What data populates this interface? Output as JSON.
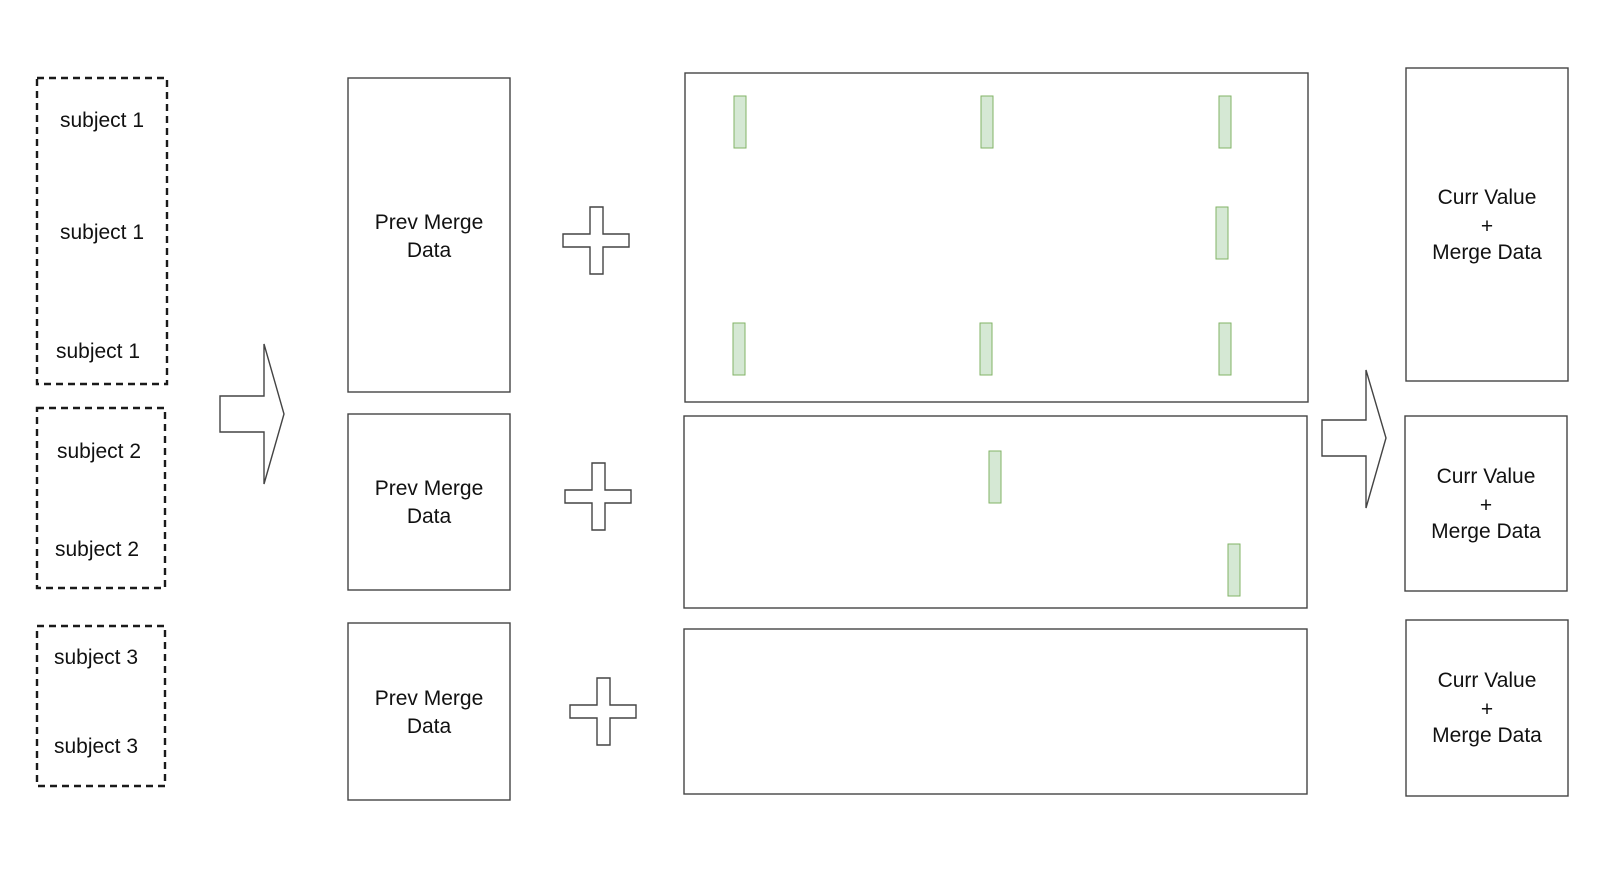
{
  "subject_groups": [
    {
      "id": "group-1",
      "labels": [
        "subject 1",
        "subject 1",
        "subject 1"
      ]
    },
    {
      "id": "group-2",
      "labels": [
        "subject 2",
        "subject 2"
      ]
    },
    {
      "id": "group-3",
      "labels": [
        "subject 3",
        "subject 3"
      ]
    }
  ],
  "prev_merge_boxes": [
    {
      "lines": [
        "Prev Merge",
        "Data"
      ]
    },
    {
      "lines": [
        "Prev Merge",
        "Data"
      ]
    },
    {
      "lines": [
        "Prev Merge",
        "Data"
      ]
    }
  ],
  "result_boxes": [
    {
      "lines": [
        "Curr Value",
        "+",
        "Merge Data"
      ]
    },
    {
      "lines": [
        "Curr Value",
        "+",
        "Merge Data"
      ]
    },
    {
      "lines": [
        "Curr Value",
        "+",
        "Merge Data"
      ]
    }
  ],
  "colors": {
    "mark_fill": "#d5e8d4",
    "mark_stroke": "#82b366"
  }
}
